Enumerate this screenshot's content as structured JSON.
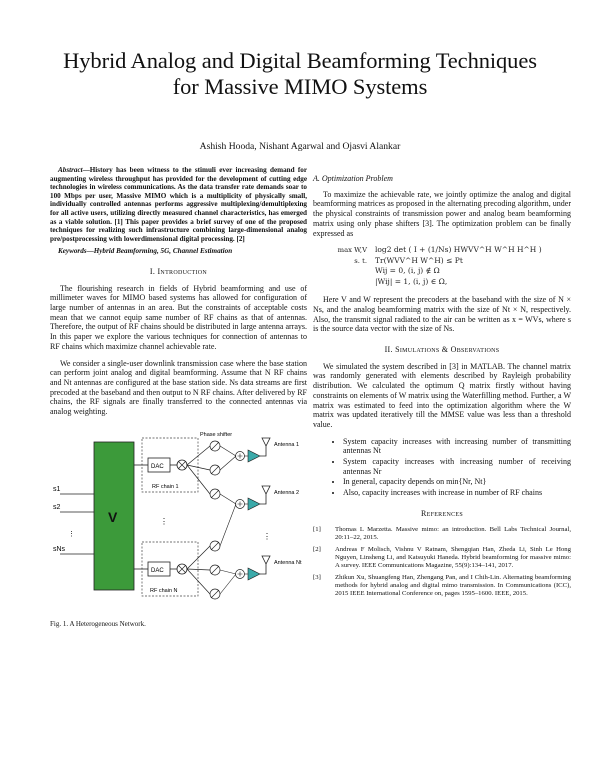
{
  "paper": {
    "title_line1": "Hybrid Analog and Digital Beamforming Techniques",
    "title_line2": "for Massive MIMO Systems",
    "authors": "Ashish Hooda, Nishant Agarwal and Ojasvi Alankar"
  },
  "abstract": {
    "lead": "Abstract",
    "text": "—History has been witness to the stimuli ever increasing demand for augmenting wireless throughput has provided for the development of cutting edge technologies in wireless communications. As the data transfer rate demands soar to 100 Mbps per user, Massive MIMO which is a multiplicity of physically small, individually controlled antennas performs aggressive multiplexing/demultiplexing for all active users, utilizing directly measured channel characteristics, has emerged as a viable solution. [1] This paper provides a brief survey of one of the proposed techniques for realizing such infrastructure combining large-dimensional analog pre/postprocessing with lowerdimensional digital processing. [2]",
    "keywords": "Keywords—Hybrid Beamforming, 5G, Channel Estimation"
  },
  "intro": {
    "heading": "I. Introduction",
    "p1": "The flourishing research in fields of Hybrid beamforming and use of millimeter waves for MIMO based systems has allowed for configuration of large number of antennas in an area. But the constraints of acceptable costs mean that we cannot equip same number of RF chains as that of antennas. Therefore, the output of RF chains should be distributed in large antenna arrays. In this paper we explore the various techniques for connection of antennas to RF chains which maximize channel achievable rate.",
    "p2": "We consider a single-user downlink transmission case where the base station can perform joint analog and digital beamforming. Assume that N RF chains and Nt antennas are configured at the base station side. Ns data streams are first precoded at the baseband and then output to N RF chains. After delivered by RF chains, the RF signals are finally transferred to the connected antennas via analog weighting."
  },
  "figure": {
    "v_label": "V",
    "dac_label": "DAC",
    "rf_chain_1": "RF chain 1",
    "rf_chain_n": "RF chain N",
    "phase_shifter": "Phase shifter",
    "antenna_1": "Antenna 1",
    "antenna_2": "Antenna 2",
    "antenna_nt": "Antenna Nt",
    "s1": "s1",
    "s2": "s2",
    "sns": "sNs",
    "caption": "Fig. 1.    A Heterogeneous Network."
  },
  "optimization": {
    "heading": "A. Optimization Problem",
    "p1": "To maximize the achievable rate, we jointly optimize the analog and digital beamforming matrices as proposed in the alternating precoding algorithm, under the physical constraints of transmission power and analog beam beamforming matrix using only phase shifters [3]. The optimization problem can be finally expressed as",
    "eq_max": "max W,V",
    "eq_obj": "log2 det ( I + (1/Ns) HWVV^H W^H H^H )",
    "eq_st": "s. t.",
    "eq_c1": "Tr(WVV^H W^H) ≤ Pt",
    "eq_c2": "Wij = 0, (i, j) ∉ Ω",
    "eq_c3": "|Wij| = 1, (i, j) ∈ Ω,",
    "p2": "Here V and W represent the precoders at the baseband with the size of N × Ns, and the analog beamforming matrix with the size of Nt × N, respectively. Also, the transmit signal radiated to the air can be written as x = WVs, where s is the source data vector with the size of Ns."
  },
  "simulations": {
    "heading": "II. Simulations & Observations",
    "p1": "We simulated the system described in [3] in MATLAB. The channel matrix was randomly generated with elements described by Rayleigh probability distribution. We calculated the optimum Q matrix firstly without having constraints on elements of W matrix using the Waterfilling method. Further, a W matrix was estimated to feed into the optimization algorithm where the W matrix was updated iteratively till the MMSE value was less than a threshold value.",
    "bullets": [
      "System capacity increases with increasing number of transmitting antennas Nt",
      "System capacity increases with increasing number of receiving antennas Nr",
      "In general, capacity depends on min{Nr, Nt}",
      "Also, capacity increases with increase in number of RF chains"
    ]
  },
  "references": {
    "heading": "References",
    "items": [
      {
        "num": "[1]",
        "text": "Thomas L Marzetta. Massive mimo: an introduction. Bell Labs Technical Journal, 20:11–22, 2015."
      },
      {
        "num": "[2]",
        "text": "Andreas F Molisch, Vishnu V Ratnam, Shengqian Han, Zheda Li, Sinh Le Hong Nguyen, Linsheng Li, and Katsuyuki Haneda. Hybrid beamforming for massive mimo: A survey. IEEE Communications Magazine, 55(9):134–141, 2017."
      },
      {
        "num": "[3]",
        "text": "Zhikun Xu, Shuangfeng Han, Zhengang Pan, and I Chih-Lin. Alternating beamforming methods for hybrid analog and digital mimo transmission. In Communications (ICC), 2015 IEEE International Conference on, pages 1595–1600. IEEE, 2015."
      }
    ]
  }
}
